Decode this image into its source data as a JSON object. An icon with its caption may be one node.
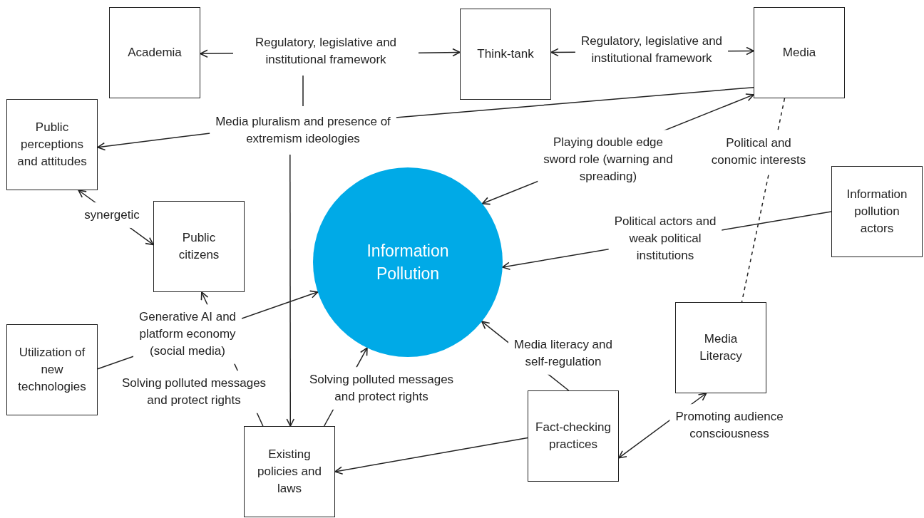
{
  "diagram": {
    "nodes": [
      {
        "text": [
          "Academia"
        ]
      },
      {
        "text": [
          "Regulatory, legislative and institutional framework"
        ]
      },
      {
        "text": [
          "Think-tank"
        ]
      },
      {
        "text": [
          "Media"
        ]
      },
      {
        "text": [
          "Public perceptions and attitudes"
        ]
      },
      {
        "text": [
          "Media pluralism and presence of extremism ideologies"
        ]
      },
      {
        "text": [
          "Public citizens"
        ]
      },
      {
        "text": [
          "Information Pollution"
        ]
      },
      {
        "text": [
          "Information pollution actors"
        ]
      },
      {
        "text": [
          "Utilization of new technologies"
        ]
      },
      {
        "text": [
          "Media Literacy"
        ]
      },
      {
        "text": [
          "Fact-checking practices"
        ]
      },
      {
        "text": [
          "Existing policies and laws"
        ]
      }
    ],
    "edges": [
      {
        "from": 1,
        "to": 0,
        "arrow": "to"
      },
      {
        "from": 1,
        "to": 2,
        "arrow": "to"
      },
      {
        "from": 1,
        "to": 5,
        "arrow": "none"
      },
      {
        "from": 2,
        "to": 3,
        "arrow": "both",
        "label": "Regulatory, legislative and institutional framework"
      },
      {
        "from": 5,
        "to": 4,
        "arrow": "to"
      },
      {
        "from": 3,
        "to": 5,
        "arrow": "none"
      },
      {
        "from": 5,
        "to": 12,
        "arrow": "to"
      },
      {
        "from": 7,
        "to": 3,
        "arrow": "both",
        "label": "Playing double edge sword role (warning and spreading)"
      },
      {
        "from": 3,
        "to": 10,
        "arrow": "none",
        "style": "dashed",
        "label": "Political and conomic interests"
      },
      {
        "from": 8,
        "to": 7,
        "arrow": "to",
        "label": "Political actors and weak political institutions"
      },
      {
        "from": 4,
        "to": 6,
        "arrow": "both",
        "label": "synergetic"
      },
      {
        "from": 9,
        "to": 7,
        "arrow": "to",
        "label": "Generative AI and platform economy (social media)"
      },
      {
        "from": 12,
        "to": 6,
        "arrow": "to",
        "label": "Solving polluted messages and protect rights"
      },
      {
        "from": 12,
        "to": 7,
        "arrow": "to",
        "label": "Solving polluted messages and protect rights"
      },
      {
        "from": 11,
        "to": 7,
        "arrow": "to",
        "label": "Media literacy and self-regulation"
      },
      {
        "from": 11,
        "to": 12,
        "arrow": "to"
      },
      {
        "from": 10,
        "to": 11,
        "arrow": "both",
        "label": "Promoting audience consciousness"
      }
    ]
  }
}
